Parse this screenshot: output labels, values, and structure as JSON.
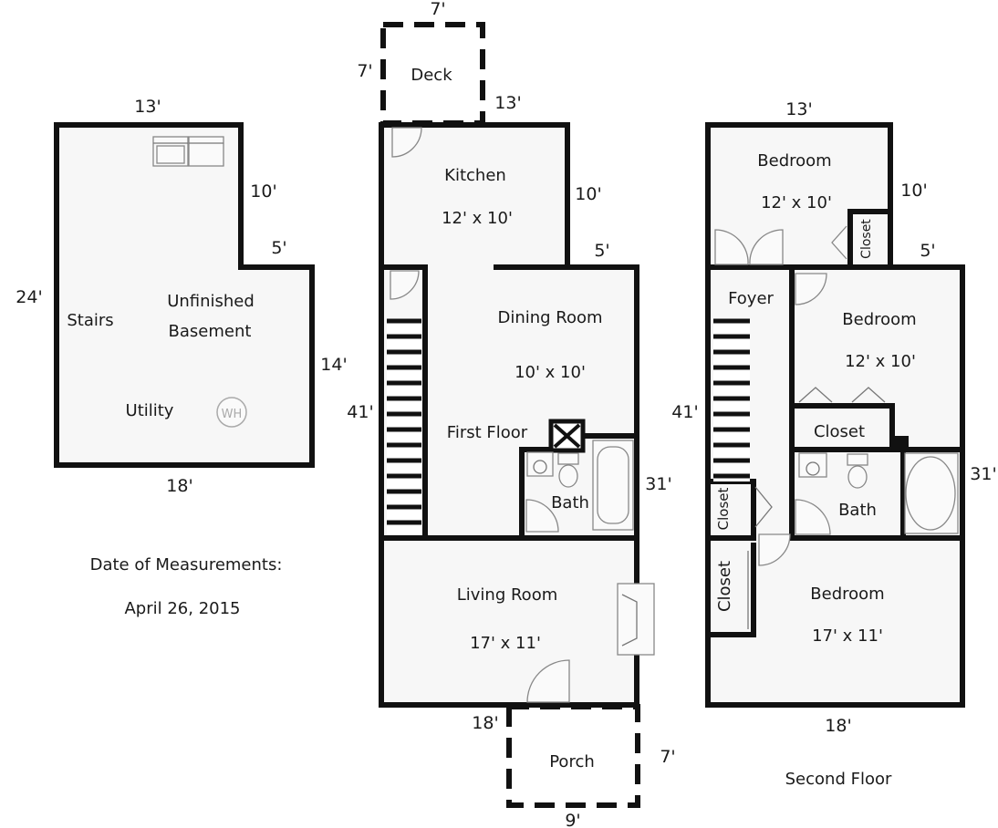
{
  "basement": {
    "title_line1": "Unfinished",
    "title_line2": "Basement",
    "stairs": "Stairs",
    "utility": "Utility",
    "wh": "WH",
    "dims": {
      "top": "13'",
      "right_upper": "10'",
      "step": "5'",
      "right_lower": "14'",
      "left": "24'",
      "bottom": "18'"
    }
  },
  "first_floor": {
    "title": "First Floor",
    "rooms": {
      "deck": "Deck",
      "kitchen": "Kitchen",
      "kitchen_size": "12' x 10'",
      "dining": "Dining Room",
      "dining_size": "10' x 10'",
      "bath": "Bath",
      "living": "Living Room",
      "living_size": "17' x 11'",
      "porch": "Porch"
    },
    "dims": {
      "deck_top": "7'",
      "deck_left": "7'",
      "top": "13'",
      "right_upper": "10'",
      "step": "5'",
      "right_lower": "31'",
      "left": "41'",
      "bottom": "18'",
      "porch_right": "7'",
      "porch_bottom": "9'"
    }
  },
  "second_floor": {
    "title": "Second Floor",
    "rooms": {
      "bedroom1": "Bedroom",
      "bedroom1_size": "12' x 10'",
      "closet_small": "Closet",
      "foyer": "Foyer",
      "bedroom2": "Bedroom",
      "bedroom2_size": "12' x 10'",
      "closet_mid": "Closet",
      "closet_left1": "Closet",
      "bath": "Bath",
      "closet_left2": "Closet",
      "bedroom3": "Bedroom",
      "bedroom3_size": "17' x 11'"
    },
    "dims": {
      "top": "13'",
      "right_upper": "10'",
      "step": "5'",
      "right_lower": "31'",
      "left": "41'",
      "bottom": "18'"
    }
  },
  "measurements": {
    "label": "Date of Measurements:",
    "date": "April 26, 2015"
  }
}
